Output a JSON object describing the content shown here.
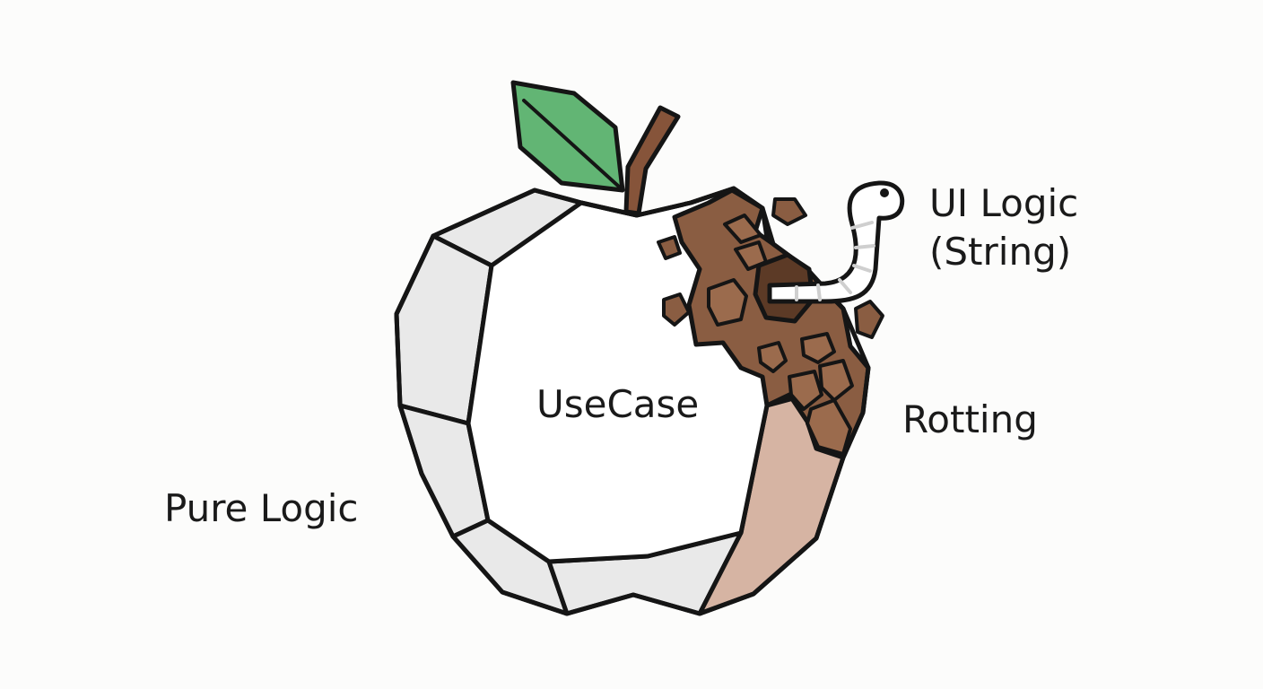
{
  "labels": {
    "center": "UseCase",
    "left": "Pure Logic",
    "rotting": "Rotting",
    "ui_line1": "UI Logic",
    "ui_line2": "(String)"
  },
  "colors": {
    "background": "#fcfcfb",
    "outline": "#151515",
    "apple_face": "#ffffff",
    "apple_facet": "#e9e9e9",
    "leaf": "#62b574",
    "stem": "#86543a",
    "rot_dark": "#8a5d42",
    "rot_light": "#d6b4a3",
    "worm": "#ffffff",
    "worm_stripe": "#cfcfcf"
  },
  "icons": [
    "apple-icon",
    "leaf-icon",
    "stem-icon",
    "worm-icon"
  ]
}
